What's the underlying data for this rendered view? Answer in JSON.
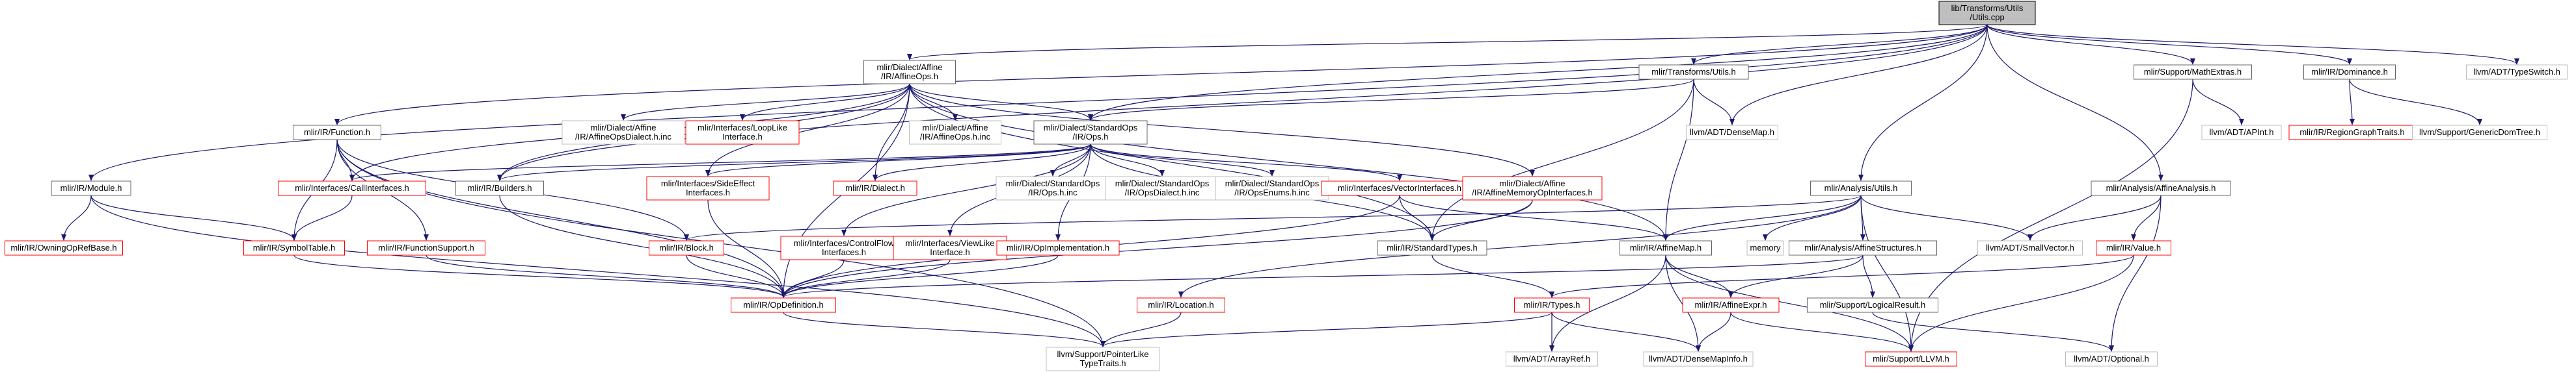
{
  "diagram": {
    "kind": "include-dependency-graph",
    "colors": {
      "edge": "#191970",
      "node_border_documented": "#666666",
      "node_border_undocumented": "#bfbfbf",
      "node_border_incomplete": "#ff0000",
      "root_fill": "#bfbfbf"
    },
    "nodes": [
      {
        "id": "root",
        "lines": [
          "lib/Transforms/Utils",
          "/Utils.cpp"
        ],
        "style": "root"
      },
      {
        "id": "affineops",
        "lines": [
          "mlir/Dialect/Affine",
          "/IR/AffineOps.h"
        ],
        "style": "linked"
      },
      {
        "id": "function",
        "lines": [
          "mlir/IR/Function.h"
        ],
        "style": "linked"
      },
      {
        "id": "module",
        "lines": [
          "mlir/IR/Module.h"
        ],
        "style": "linked"
      },
      {
        "id": "transutils",
        "lines": [
          "mlir/Transforms/Utils.h"
        ],
        "style": "linked"
      },
      {
        "id": "mathextras",
        "lines": [
          "mlir/Support/MathExtras.h"
        ],
        "style": "linked"
      },
      {
        "id": "dominance",
        "lines": [
          "mlir/IR/Dominance.h"
        ],
        "style": "linked"
      },
      {
        "id": "typeswitch",
        "lines": [
          "llvm/ADT/TypeSwitch.h"
        ],
        "style": "missing"
      },
      {
        "id": "affineopsdialect",
        "lines": [
          "mlir/Dialect/Affine",
          "/IR/AffineOpsDialect.h.inc"
        ],
        "style": "missing"
      },
      {
        "id": "looplike",
        "lines": [
          "mlir/Interfaces/LoopLike",
          "Interface.h"
        ],
        "style": "broken"
      },
      {
        "id": "affineopsinc",
        "lines": [
          "mlir/Dialect/Affine",
          "/IR/AffineOps.h.inc"
        ],
        "style": "missing"
      },
      {
        "id": "stdops",
        "lines": [
          "mlir/Dialect/StandardOps",
          "/IR/Ops.h"
        ],
        "style": "linked"
      },
      {
        "id": "densemap",
        "lines": [
          "llvm/ADT/DenseMap.h"
        ],
        "style": "missing"
      },
      {
        "id": "apint",
        "lines": [
          "llvm/ADT/APInt.h"
        ],
        "style": "missing"
      },
      {
        "id": "regiongraph",
        "lines": [
          "mlir/IR/RegionGraphTraits.h"
        ],
        "style": "broken"
      },
      {
        "id": "gendomtree",
        "lines": [
          "llvm/Support/GenericDomTree.h"
        ],
        "style": "missing"
      },
      {
        "id": "callinterfaces",
        "lines": [
          "mlir/Interfaces/CallInterfaces.h"
        ],
        "style": "broken"
      },
      {
        "id": "owningopref",
        "lines": [
          "mlir/IR/OwningOpRefBase.h"
        ],
        "style": "broken"
      },
      {
        "id": "symboltable",
        "lines": [
          "mlir/IR/SymbolTable.h"
        ],
        "style": "broken"
      },
      {
        "id": "functionsupport",
        "lines": [
          "mlir/IR/FunctionSupport.h"
        ],
        "style": "broken"
      },
      {
        "id": "builders",
        "lines": [
          "mlir/IR/Builders.h"
        ],
        "style": "linked"
      },
      {
        "id": "sideeffect",
        "lines": [
          "mlir/Interfaces/SideEffect",
          "Interfaces.h"
        ],
        "style": "broken"
      },
      {
        "id": "dialect",
        "lines": [
          "mlir/IR/Dialect.h"
        ],
        "style": "broken"
      },
      {
        "id": "opsinc",
        "lines": [
          "mlir/Dialect/StandardOps",
          "/IR/Ops.h.inc"
        ],
        "style": "missing"
      },
      {
        "id": "opsdialectinc",
        "lines": [
          "mlir/Dialect/StandardOps",
          "/IR/OpsDialect.h.inc"
        ],
        "style": "missing"
      },
      {
        "id": "opsenumsinc",
        "lines": [
          "mlir/Dialect/StandardOps",
          "/IR/OpsEnums.h.inc"
        ],
        "style": "missing"
      },
      {
        "id": "vectorinterfaces",
        "lines": [
          "mlir/Interfaces/VectorInterfaces.h"
        ],
        "style": "broken"
      },
      {
        "id": "affinememory",
        "lines": [
          "mlir/Dialect/Affine",
          "/IR/AffineMemoryOpInterfaces.h"
        ],
        "style": "broken"
      },
      {
        "id": "analysisutils",
        "lines": [
          "mlir/Analysis/Utils.h"
        ],
        "style": "linked"
      },
      {
        "id": "affineanalysis",
        "lines": [
          "mlir/Analysis/AffineAnalysis.h"
        ],
        "style": "linked"
      },
      {
        "id": "block",
        "lines": [
          "mlir/IR/Block.h"
        ],
        "style": "broken"
      },
      {
        "id": "controlflow",
        "lines": [
          "mlir/Interfaces/ControlFlow",
          "Interfaces.h"
        ],
        "style": "broken"
      },
      {
        "id": "viewlike",
        "lines": [
          "mlir/Interfaces/ViewLike",
          "Interface.h"
        ],
        "style": "broken"
      },
      {
        "id": "opimplementation",
        "lines": [
          "mlir/IR/OpImplementation.h"
        ],
        "style": "broken"
      },
      {
        "id": "standardtypes",
        "lines": [
          "mlir/IR/StandardTypes.h"
        ],
        "style": "linked"
      },
      {
        "id": "affinemap",
        "lines": [
          "mlir/IR/AffineMap.h"
        ],
        "style": "linked"
      },
      {
        "id": "memory",
        "lines": [
          "memory"
        ],
        "style": "missing"
      },
      {
        "id": "affinestructures",
        "lines": [
          "mlir/Analysis/AffineStructures.h"
        ],
        "style": "linked"
      },
      {
        "id": "smallvector",
        "lines": [
          "llvm/ADT/SmallVector.h"
        ],
        "style": "missing"
      },
      {
        "id": "value",
        "lines": [
          "mlir/IR/Value.h"
        ],
        "style": "broken"
      },
      {
        "id": "opdefinition",
        "lines": [
          "mlir/IR/OpDefinition.h"
        ],
        "style": "broken"
      },
      {
        "id": "location",
        "lines": [
          "mlir/IR/Location.h"
        ],
        "style": "broken"
      },
      {
        "id": "types",
        "lines": [
          "mlir/IR/Types.h"
        ],
        "style": "broken"
      },
      {
        "id": "affineexpr",
        "lines": [
          "mlir/IR/AffineExpr.h"
        ],
        "style": "broken"
      },
      {
        "id": "logicalresult",
        "lines": [
          "mlir/Support/LogicalResult.h"
        ],
        "style": "linked"
      },
      {
        "id": "pointerlike",
        "lines": [
          "llvm/Support/PointerLike",
          "TypeTraits.h"
        ],
        "style": "missing"
      },
      {
        "id": "arrayref",
        "lines": [
          "llvm/ADT/ArrayRef.h"
        ],
        "style": "missing"
      },
      {
        "id": "densemapinfo",
        "lines": [
          "llvm/ADT/DenseMapInfo.h"
        ],
        "style": "missing"
      },
      {
        "id": "supportllvm",
        "lines": [
          "mlir/Support/LLVM.h"
        ],
        "style": "broken"
      },
      {
        "id": "optional",
        "lines": [
          "llvm/ADT/Optional.h"
        ],
        "style": "missing"
      }
    ],
    "edges": [
      [
        "root",
        "affineops"
      ],
      [
        "root",
        "function"
      ],
      [
        "root",
        "module"
      ],
      [
        "root",
        "transutils"
      ],
      [
        "root",
        "mathextras"
      ],
      [
        "root",
        "dominance"
      ],
      [
        "root",
        "typeswitch"
      ],
      [
        "root",
        "analysisutils"
      ],
      [
        "root",
        "affineanalysis"
      ],
      [
        "root",
        "densemap"
      ],
      [
        "root",
        "builders"
      ],
      [
        "root",
        "stdops"
      ],
      [
        "affineops",
        "affineopsdialect"
      ],
      [
        "affineops",
        "looplike"
      ],
      [
        "affineops",
        "affineopsinc"
      ],
      [
        "affineops",
        "stdops"
      ],
      [
        "affineops",
        "builders"
      ],
      [
        "affineops",
        "dialect"
      ],
      [
        "affineops",
        "sideeffect"
      ],
      [
        "affineops",
        "opdefinition"
      ],
      [
        "affineops",
        "affinememory"
      ],
      [
        "affineops",
        "affinemap"
      ],
      [
        "affineops",
        "standardtypes"
      ],
      [
        "affineops",
        "callinterfaces"
      ],
      [
        "function",
        "callinterfaces"
      ],
      [
        "function",
        "symboltable"
      ],
      [
        "function",
        "functionsupport"
      ],
      [
        "function",
        "opdefinition"
      ],
      [
        "function",
        "block"
      ],
      [
        "function",
        "pointerlike"
      ],
      [
        "module",
        "symboltable"
      ],
      [
        "module",
        "owningopref"
      ],
      [
        "module",
        "pointerlike"
      ],
      [
        "transutils",
        "stdops"
      ],
      [
        "transutils",
        "densemap"
      ],
      [
        "transutils",
        "affinemap"
      ],
      [
        "transutils",
        "standardtypes"
      ],
      [
        "mathextras",
        "apint"
      ],
      [
        "mathextras",
        "supportllvm"
      ],
      [
        "dominance",
        "regiongraph"
      ],
      [
        "dominance",
        "gendomtree"
      ],
      [
        "stdops",
        "callinterfaces"
      ],
      [
        "stdops",
        "builders"
      ],
      [
        "stdops",
        "sideeffect"
      ],
      [
        "stdops",
        "dialect"
      ],
      [
        "stdops",
        "opsinc"
      ],
      [
        "stdops",
        "opsdialectinc"
      ],
      [
        "stdops",
        "opsenumsinc"
      ],
      [
        "stdops",
        "vectorinterfaces"
      ],
      [
        "stdops",
        "controlflow"
      ],
      [
        "stdops",
        "viewlike"
      ],
      [
        "stdops",
        "opimplementation"
      ],
      [
        "stdops",
        "standardtypes"
      ],
      [
        "callinterfaces",
        "symboltable"
      ],
      [
        "symboltable",
        "opdefinition"
      ],
      [
        "functionsupport",
        "opdefinition"
      ],
      [
        "builders",
        "opdefinition"
      ],
      [
        "sideeffect",
        "opdefinition"
      ],
      [
        "block",
        "opdefinition"
      ],
      [
        "controlflow",
        "opdefinition"
      ],
      [
        "viewlike",
        "opdefinition"
      ],
      [
        "opimplementation",
        "opdefinition"
      ],
      [
        "vectorinterfaces",
        "standardtypes"
      ],
      [
        "vectorinterfaces",
        "affinemap"
      ],
      [
        "vectorinterfaces",
        "opdefinition"
      ],
      [
        "affinememory",
        "standardtypes"
      ],
      [
        "affinememory",
        "opdefinition"
      ],
      [
        "analysisutils",
        "affinestructures"
      ],
      [
        "analysisutils",
        "affinemap"
      ],
      [
        "analysisutils",
        "block"
      ],
      [
        "analysisutils",
        "memory"
      ],
      [
        "analysisutils",
        "smallvector"
      ],
      [
        "analysisutils",
        "location"
      ],
      [
        "analysisutils",
        "supportllvm"
      ],
      [
        "affineanalysis",
        "smallvector"
      ],
      [
        "affineanalysis",
        "value"
      ],
      [
        "affineanalysis",
        "optional"
      ],
      [
        "affinestructures",
        "affineexpr"
      ],
      [
        "affinestructures",
        "logicalresult"
      ],
      [
        "affinestructures",
        "opdefinition"
      ],
      [
        "affinemap",
        "affineexpr"
      ],
      [
        "affinemap",
        "arrayref"
      ],
      [
        "affinemap",
        "densemapinfo"
      ],
      [
        "affinemap",
        "supportllvm"
      ],
      [
        "standardtypes",
        "types"
      ],
      [
        "opdefinition",
        "pointerlike"
      ],
      [
        "location",
        "pointerlike"
      ],
      [
        "types",
        "pointerlike"
      ],
      [
        "types",
        "arrayref"
      ],
      [
        "types",
        "densemapinfo"
      ],
      [
        "affineexpr",
        "supportllvm"
      ],
      [
        "affineexpr",
        "densemapinfo"
      ],
      [
        "logicalresult",
        "optional"
      ],
      [
        "value",
        "supportllvm"
      ],
      [
        "value",
        "types"
      ]
    ]
  }
}
